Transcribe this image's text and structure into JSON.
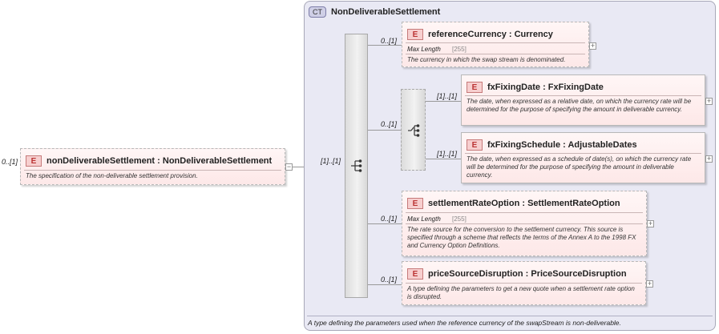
{
  "root_element": {
    "badge": "E",
    "title": "nonDeliverableSettlement : NonDeliverableSettlement",
    "multiplicity": "0..[1]",
    "description": "The specification of the non-deliverable settlement provision.",
    "collapse_glyph": "−"
  },
  "complex_type": {
    "badge": "CT",
    "title": "NonDeliverableSettlement",
    "footer": "A type defining the parameters used when the reference currency of the swapStream is non-deliverable."
  },
  "sequence": {
    "multiplicity": "[1]..[1]",
    "icon": "sequence-icon"
  },
  "choice": {
    "multiplicity": "0..[1]",
    "icon": "choice-icon"
  },
  "children": [
    {
      "badge": "E",
      "title": "referenceCurrency : Currency",
      "multiplicity": "0..[1]",
      "facet_label": "Max Length",
      "facet_value": "[255]",
      "description": "The currency in which the swap stream is denominated.",
      "expand_glyph": "+"
    },
    {
      "badge": "E",
      "title": "fxFixingDate : FxFixingDate",
      "multiplicity": "[1]..[1]",
      "description": "The date, when expressed as a relative date, on which the currency rate will be determined for the purpose of specifying the amount in deliverable currency.",
      "expand_glyph": "+"
    },
    {
      "badge": "E",
      "title": "fxFixingSchedule : AdjustableDates",
      "multiplicity": "[1]..[1]",
      "description": "The date, when expressed as a schedule of date(s), on which the currency rate will be determined for the purpose of specifying the amount in deliverable currency.",
      "expand_glyph": "+"
    },
    {
      "badge": "E",
      "title": "settlementRateOption : SettlementRateOption",
      "multiplicity": "0..[1]",
      "facet_label": "Max Length",
      "facet_value": "[255]",
      "description": "The rate source for the conversion to the settlement currency. This source is specified through a scheme that reflects the terms of the Annex A to the 1998 FX and Currency Option Definitions.",
      "expand_glyph": "+"
    },
    {
      "badge": "E",
      "title": "priceSourceDisruption : PriceSourceDisruption",
      "multiplicity": "0..[1]",
      "description": "A type defining the parameters to get a new quote when a settlement rate option is disrupted.",
      "expand_glyph": "+"
    }
  ]
}
